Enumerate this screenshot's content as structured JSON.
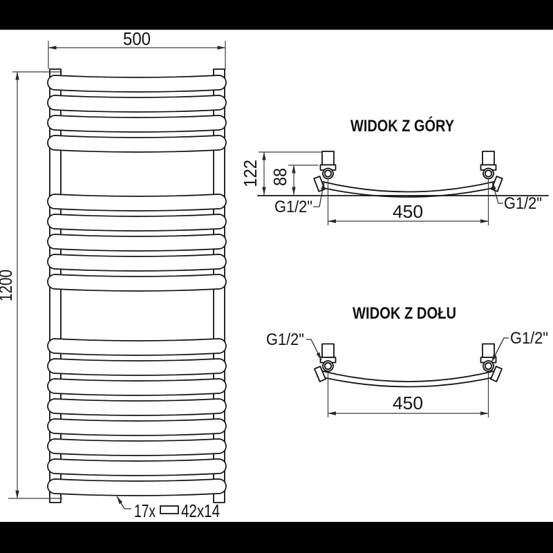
{
  "drawing": {
    "front_view": {
      "width_label": "500",
      "height_label": "1200",
      "tube_count": "17x",
      "tube_size": "42x14",
      "bar_groups": [
        4,
        5,
        8
      ]
    },
    "top_view": {
      "title": "WIDOK Z GÓRY",
      "depth_label": "122",
      "depth_inner_label": "88",
      "span_label": "450",
      "thread_left": "G1/2\"",
      "thread_right": "G1/2\""
    },
    "bottom_view": {
      "title": "WIDOK Z DOŁU",
      "span_label": "450",
      "thread_left": "G1/2\"",
      "thread_right": "G1/2\""
    },
    "colors": {
      "object_line": "#111111",
      "dimension_line": "#3a3a3a",
      "sheet": "#ffffff",
      "matte": "#000000"
    }
  }
}
